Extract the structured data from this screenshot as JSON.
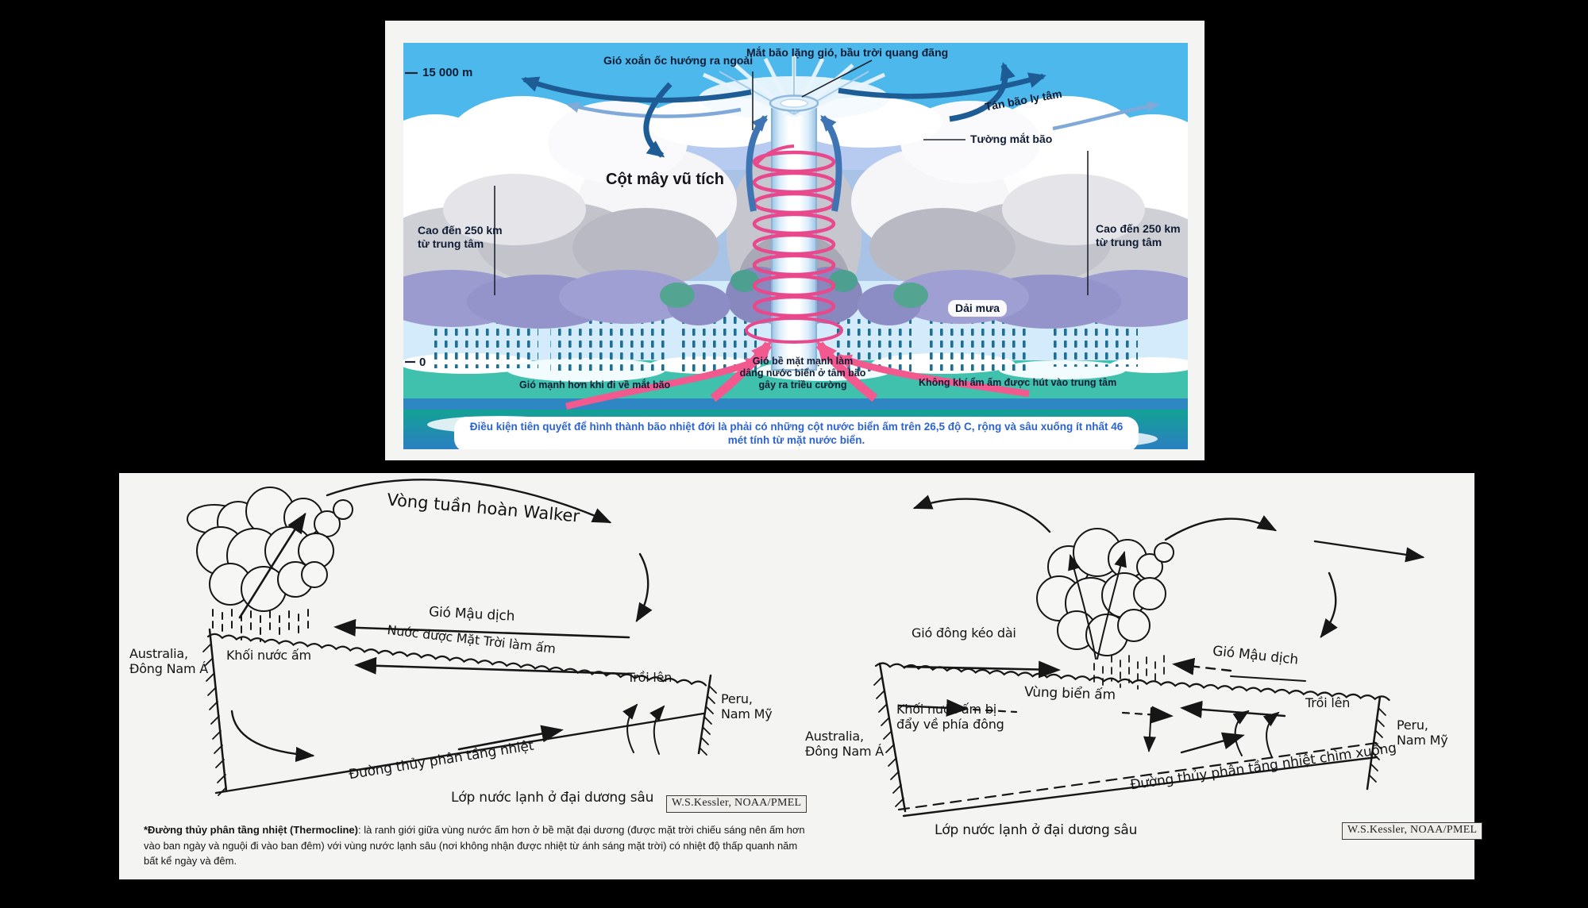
{
  "colors": {
    "background": "#000000",
    "card": "#f4f4f2",
    "sky_top": "#4cb8ec",
    "sky_band2": "#b7cbf0",
    "sky_band3": "#a9c3e7",
    "sky_pale": "#d3ebfa",
    "ocean_teal": "#3fc1ae",
    "ocean_blue": "#2e87c3",
    "rain": "#1e6f96",
    "cloud_purple": "#9b9bd0",
    "spiral_pink": "#e8488c",
    "arrow_pink": "#f2598f",
    "arrow_blue_dark": "#1d5c94",
    "caption_blue": "#2d63cf",
    "ink": "#161616"
  },
  "hurricane": {
    "altitude_label": "15 000 m",
    "sea_level_label": "0",
    "outflow_label": "Gió xoắn ốc hướng ra ngoài",
    "eye_label": "Mắt bão lặng gió, bầu trời quang đãng",
    "canopy_label": "Tán bão ly tâm",
    "eyewall_label": "Tường mắt bão",
    "column_title": "Cột mây vũ tích",
    "radius_left_line1": "Cao đến 250 km",
    "radius_left_line2": "từ trung tâm",
    "radius_right_line1": "Cao đến 250 km",
    "radius_right_line2": "từ trung tâm",
    "rainband_label": "Dải mưa",
    "wind_stronger_label": "Gió mạnh hơn khi đi về mắt bão",
    "surge_lines": [
      "Gió bề mặt mạnh làm",
      "dâng nước biển ở tâm bão",
      "gây ra triều cường"
    ],
    "inflow_label": "Không khí ẩm ấm được hút vào trung tâm",
    "caption": "Điều kiện tiên quyết để hình thành bão nhiệt đới là phải có những cột nước biển ấm trên 26,5 độ C, rộng và sâu xuống ít nhất 46 mét tính từ mặt nước biển."
  },
  "walker": {
    "left": {
      "title": "Vòng tuần hoàn Walker",
      "trade_wind": "Gió Mậu dịch",
      "sun_warmed": "Nước được Mặt Trời làm ấm",
      "west_coast_line1": "Australia,",
      "west_coast_line2": "Đông Nam Á",
      "warm_pool": "Khối nước ấm",
      "upwelling": "Trồi lên",
      "east_coast_line1": "Peru,",
      "east_coast_line2": "Nam Mỹ",
      "thermocline": "Đường thủy phân tầng nhiệt",
      "cold_layer": "Lớp nước lạnh ở đại dương sâu",
      "credit": "W.S.Kessler, NOAA/PMEL"
    },
    "right": {
      "extended_easterlies": "Gió đông kéo dài",
      "trade_wind": "Gió Mậu dịch",
      "warm_region": "Vùng biển ấm",
      "warm_pool_line1": "Khối nước ấm bị",
      "warm_pool_line2": "đẩy về phía đông",
      "west_coast_line1": "Australia,",
      "west_coast_line2": "Đông Nam Á",
      "upwelling": "Trồi lên",
      "east_coast_line1": "Peru,",
      "east_coast_line2": "Nam Mỹ",
      "thermocline": "Đường thủy phân tầng nhiệt chìm xuống",
      "cold_layer": "Lớp nước lạnh ở đại dương sâu",
      "credit": "W.S.Kessler, NOAA/PMEL"
    },
    "footnote_bold": "*Đường thủy phân tầng nhiệt (Thermocline)",
    "footnote_rest": ": là ranh giới giữa vùng nước ấm hơn ở bề mặt đại dương (được mặt trời chiếu sáng nên ấm hơn vào ban ngày và nguội đi vào ban đêm) với vùng nước lạnh sâu (nơi không nhận được nhiệt từ ánh sáng mặt trời) có nhiệt độ thấp quanh năm bất kể ngày và đêm."
  }
}
